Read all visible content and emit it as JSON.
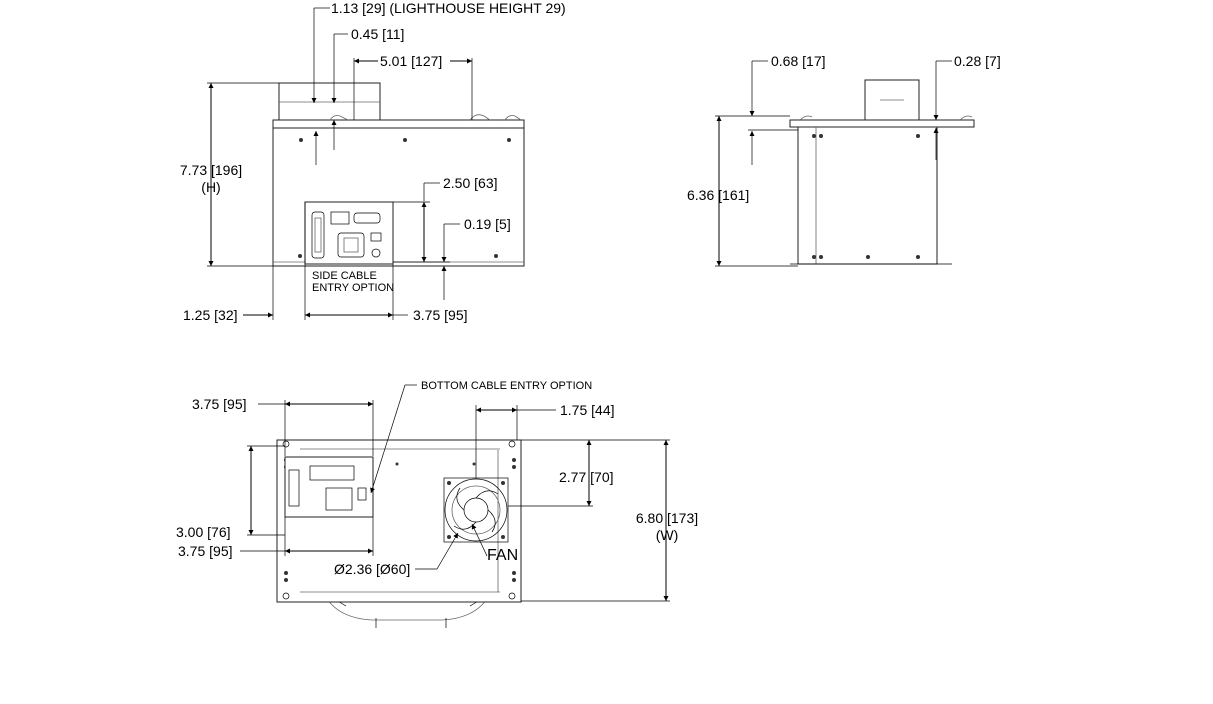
{
  "dimensions": {
    "lighthouse_height": "1.13 [29] (LIGHTHOUSE HEIGHT 29)",
    "d_045": "0.45 [11]",
    "d_501": "5.01 [127]",
    "height_val": "7.73 [196]",
    "height_label": "(H)",
    "d_250": "2.50 [63]",
    "d_019": "0.19 [5]",
    "side_cable_line1": "SIDE CABLE",
    "side_cable_line2": "ENTRY OPTION",
    "d_125": "1.25 [32]",
    "d_375_side": "3.75 [95]",
    "d_068": "0.68 [17]",
    "d_028": "0.28 [7]",
    "d_636": "6.36 [161]",
    "bottom_cable": "BOTTOM CABLE ENTRY OPTION",
    "d_375_top": "3.75 [95]",
    "d_175": "1.75 [44]",
    "d_277": "2.77 [70]",
    "width_val": "6.80 [173]",
    "width_label": "(W)",
    "d_300": "3.00 [76]",
    "d_375_bottom": "3.75 [95]",
    "fan_dia": "Ø2.36 [Ø60]",
    "fan_label": "FAN"
  }
}
